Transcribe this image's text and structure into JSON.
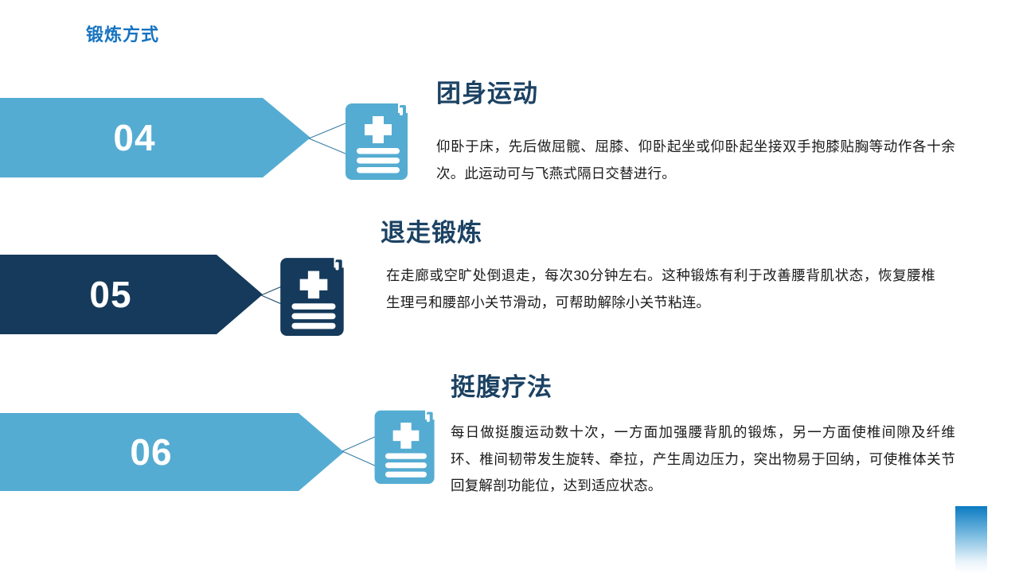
{
  "header": {
    "title": "锻炼方式",
    "color": "#1673C0"
  },
  "theme": {
    "light_blue": "#55ACD2",
    "dark_navy": "#153A5B",
    "title_navy": "#1C4263",
    "body_text": "#1a1a1a",
    "background": "#FFFFFF"
  },
  "sections": [
    {
      "number": "04",
      "title": "团身运动",
      "body": "仰卧于床，先后做屈髋、屈膝、仰卧起坐或仰卧起坐接双手抱膝贴胸等动作各十余次。此运动可与飞燕式隔日交替进行。",
      "banner_color": "#55ACD2",
      "icon": "prescription-icon"
    },
    {
      "number": "05",
      "title": "退走锻炼",
      "body": "在走廊或空旷处倒退走，每次30分钟左右。这种锻炼有利于改善腰背肌状态，恢复腰椎生理弓和腰部小关节滑动，可帮助解除小关节粘连。",
      "banner_color": "#153A5B",
      "icon": "prescription-icon"
    },
    {
      "number": "06",
      "title": "挺腹疗法",
      "body": "每日做挺腹运动数十次，一方面加强腰背肌的锻炼，另一方面使椎间隙及纤维环、椎间韧带发生旋转、牵拉，产生周边压力，突出物易于回纳，可使椎体关节回复解剖功能位，达到适应状态。",
      "banner_color": "#55ACD2",
      "icon": "prescription-icon"
    }
  ],
  "decoration": {
    "corner_gradient_from": "#0B7BC1",
    "corner_gradient_to": "#FFFFFF"
  }
}
